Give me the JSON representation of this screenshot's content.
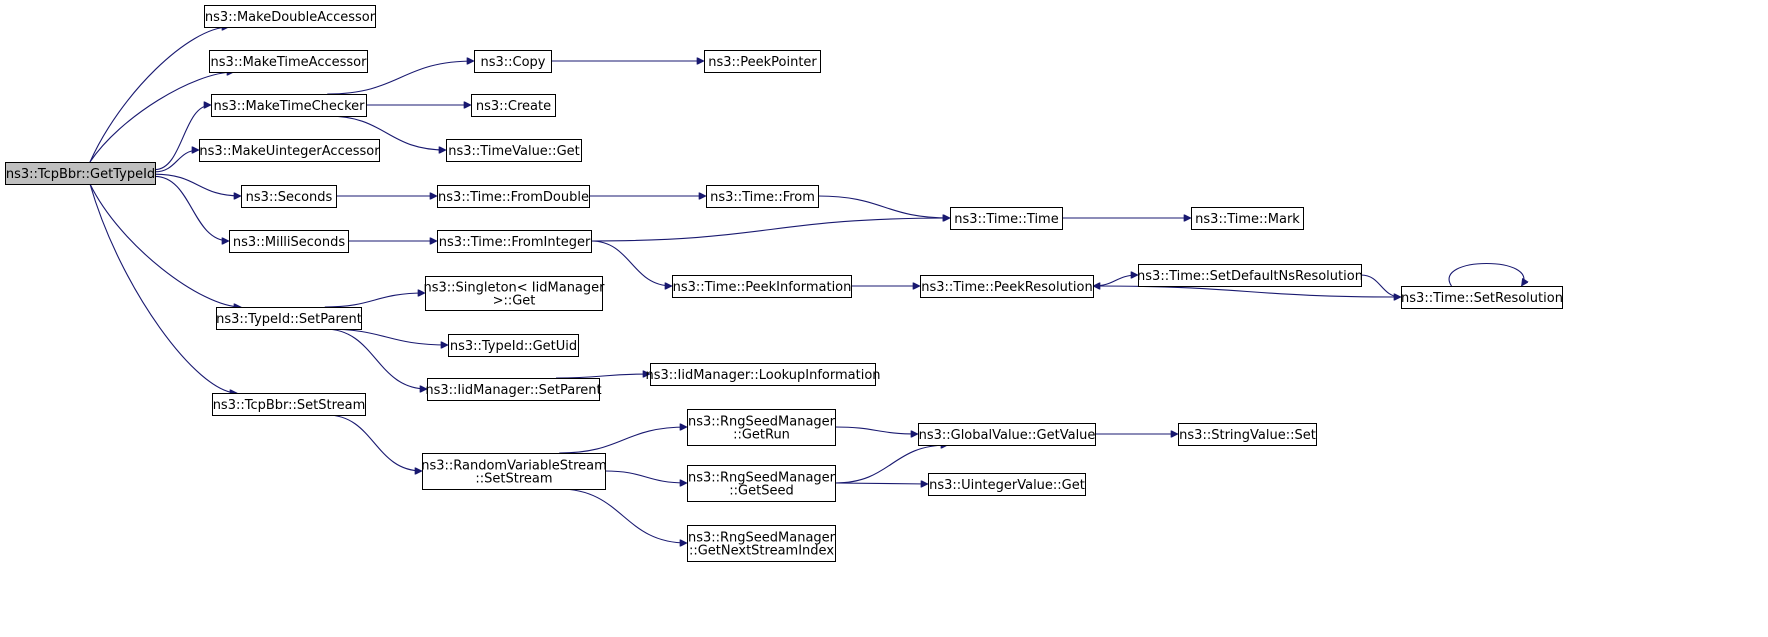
{
  "diagram": {
    "nodes": [
      {
        "id": "root",
        "lines": [
          "ns3::TcpBbr::GetTypeId"
        ],
        "root": true
      },
      {
        "id": "mda",
        "lines": [
          "ns3::MakeDoubleAccessor"
        ]
      },
      {
        "id": "mta",
        "lines": [
          "ns3::MakeTimeAccessor"
        ]
      },
      {
        "id": "mtc",
        "lines": [
          "ns3::MakeTimeChecker"
        ]
      },
      {
        "id": "mua",
        "lines": [
          "ns3::MakeUintegerAccessor"
        ]
      },
      {
        "id": "sec",
        "lines": [
          "ns3::Seconds"
        ]
      },
      {
        "id": "ms",
        "lines": [
          "ns3::MilliSeconds"
        ]
      },
      {
        "id": "tsp",
        "lines": [
          "ns3::TypeId::SetParent"
        ]
      },
      {
        "id": "tbs",
        "lines": [
          "ns3::TcpBbr::SetStream"
        ]
      },
      {
        "id": "copy",
        "lines": [
          "ns3::Copy"
        ]
      },
      {
        "id": "create",
        "lines": [
          "ns3::Create"
        ]
      },
      {
        "id": "tvg",
        "lines": [
          "ns3::TimeValue::Get"
        ]
      },
      {
        "id": "pp",
        "lines": [
          "ns3::PeekPointer"
        ]
      },
      {
        "id": "tfd",
        "lines": [
          "ns3::Time::FromDouble"
        ]
      },
      {
        "id": "tfi",
        "lines": [
          "ns3::Time::FromInteger"
        ]
      },
      {
        "id": "tfrom",
        "lines": [
          "ns3::Time::From"
        ]
      },
      {
        "id": "ttime",
        "lines": [
          "ns3::Time::Time"
        ]
      },
      {
        "id": "tmark",
        "lines": [
          "ns3::Time::Mark"
        ]
      },
      {
        "id": "tpi",
        "lines": [
          "ns3::Time::PeekInformation"
        ]
      },
      {
        "id": "tpr",
        "lines": [
          "ns3::Time::PeekResolution"
        ]
      },
      {
        "id": "tsdn",
        "lines": [
          "ns3::Time::SetDefaultNsResolution"
        ]
      },
      {
        "id": "tsr",
        "lines": [
          "ns3::Time::SetResolution"
        ]
      },
      {
        "id": "sing",
        "lines": [
          "ns3::Singleton< IidManager",
          ">::Get"
        ]
      },
      {
        "id": "guid",
        "lines": [
          "ns3::TypeId::GetUid"
        ]
      },
      {
        "id": "imsp",
        "lines": [
          "ns3::IidManager::SetParent"
        ]
      },
      {
        "id": "imli",
        "lines": [
          "ns3::IidManager::LookupInformation"
        ]
      },
      {
        "id": "rvs",
        "lines": [
          "ns3::RandomVariableStream",
          "::SetStream"
        ]
      },
      {
        "id": "rsmr",
        "lines": [
          "ns3::RngSeedManager",
          "::GetRun"
        ]
      },
      {
        "id": "rsms",
        "lines": [
          "ns3::RngSeedManager",
          "::GetSeed"
        ]
      },
      {
        "id": "rsmn",
        "lines": [
          "ns3::RngSeedManager",
          "::GetNextStreamIndex"
        ]
      },
      {
        "id": "gvgv",
        "lines": [
          "ns3::GlobalValue::GetValue"
        ]
      },
      {
        "id": "svs",
        "lines": [
          "ns3::StringValue::Set"
        ]
      },
      {
        "id": "uvg",
        "lines": [
          "ns3::UintegerValue::Get"
        ]
      }
    ],
    "edges": [
      [
        "root",
        "mda"
      ],
      [
        "root",
        "mta"
      ],
      [
        "root",
        "mtc"
      ],
      [
        "root",
        "mua"
      ],
      [
        "root",
        "sec"
      ],
      [
        "root",
        "ms"
      ],
      [
        "root",
        "tsp"
      ],
      [
        "root",
        "tbs"
      ],
      [
        "mtc",
        "copy"
      ],
      [
        "mtc",
        "create"
      ],
      [
        "mtc",
        "tvg"
      ],
      [
        "copy",
        "pp"
      ],
      [
        "sec",
        "tfd"
      ],
      [
        "tfd",
        "tfrom"
      ],
      [
        "tfrom",
        "ttime"
      ],
      [
        "ms",
        "tfi"
      ],
      [
        "tfi",
        "ttime"
      ],
      [
        "tfi",
        "tpi"
      ],
      [
        "ttime",
        "tmark"
      ],
      [
        "tpi",
        "tpr"
      ],
      [
        "tpr",
        "tsdn"
      ],
      [
        "tsdn",
        "tsr"
      ],
      [
        "tsr",
        "tpr"
      ],
      [
        "tsr",
        "tsr"
      ],
      [
        "tsp",
        "sing"
      ],
      [
        "tsp",
        "guid"
      ],
      [
        "tsp",
        "imsp"
      ],
      [
        "imsp",
        "imli"
      ],
      [
        "tbs",
        "rvs"
      ],
      [
        "rvs",
        "rsmr"
      ],
      [
        "rvs",
        "rsms"
      ],
      [
        "rvs",
        "rsmn"
      ],
      [
        "rsmr",
        "gvgv"
      ],
      [
        "rsms",
        "gvgv"
      ],
      [
        "rsms",
        "uvg"
      ],
      [
        "gvgv",
        "svs"
      ]
    ]
  }
}
